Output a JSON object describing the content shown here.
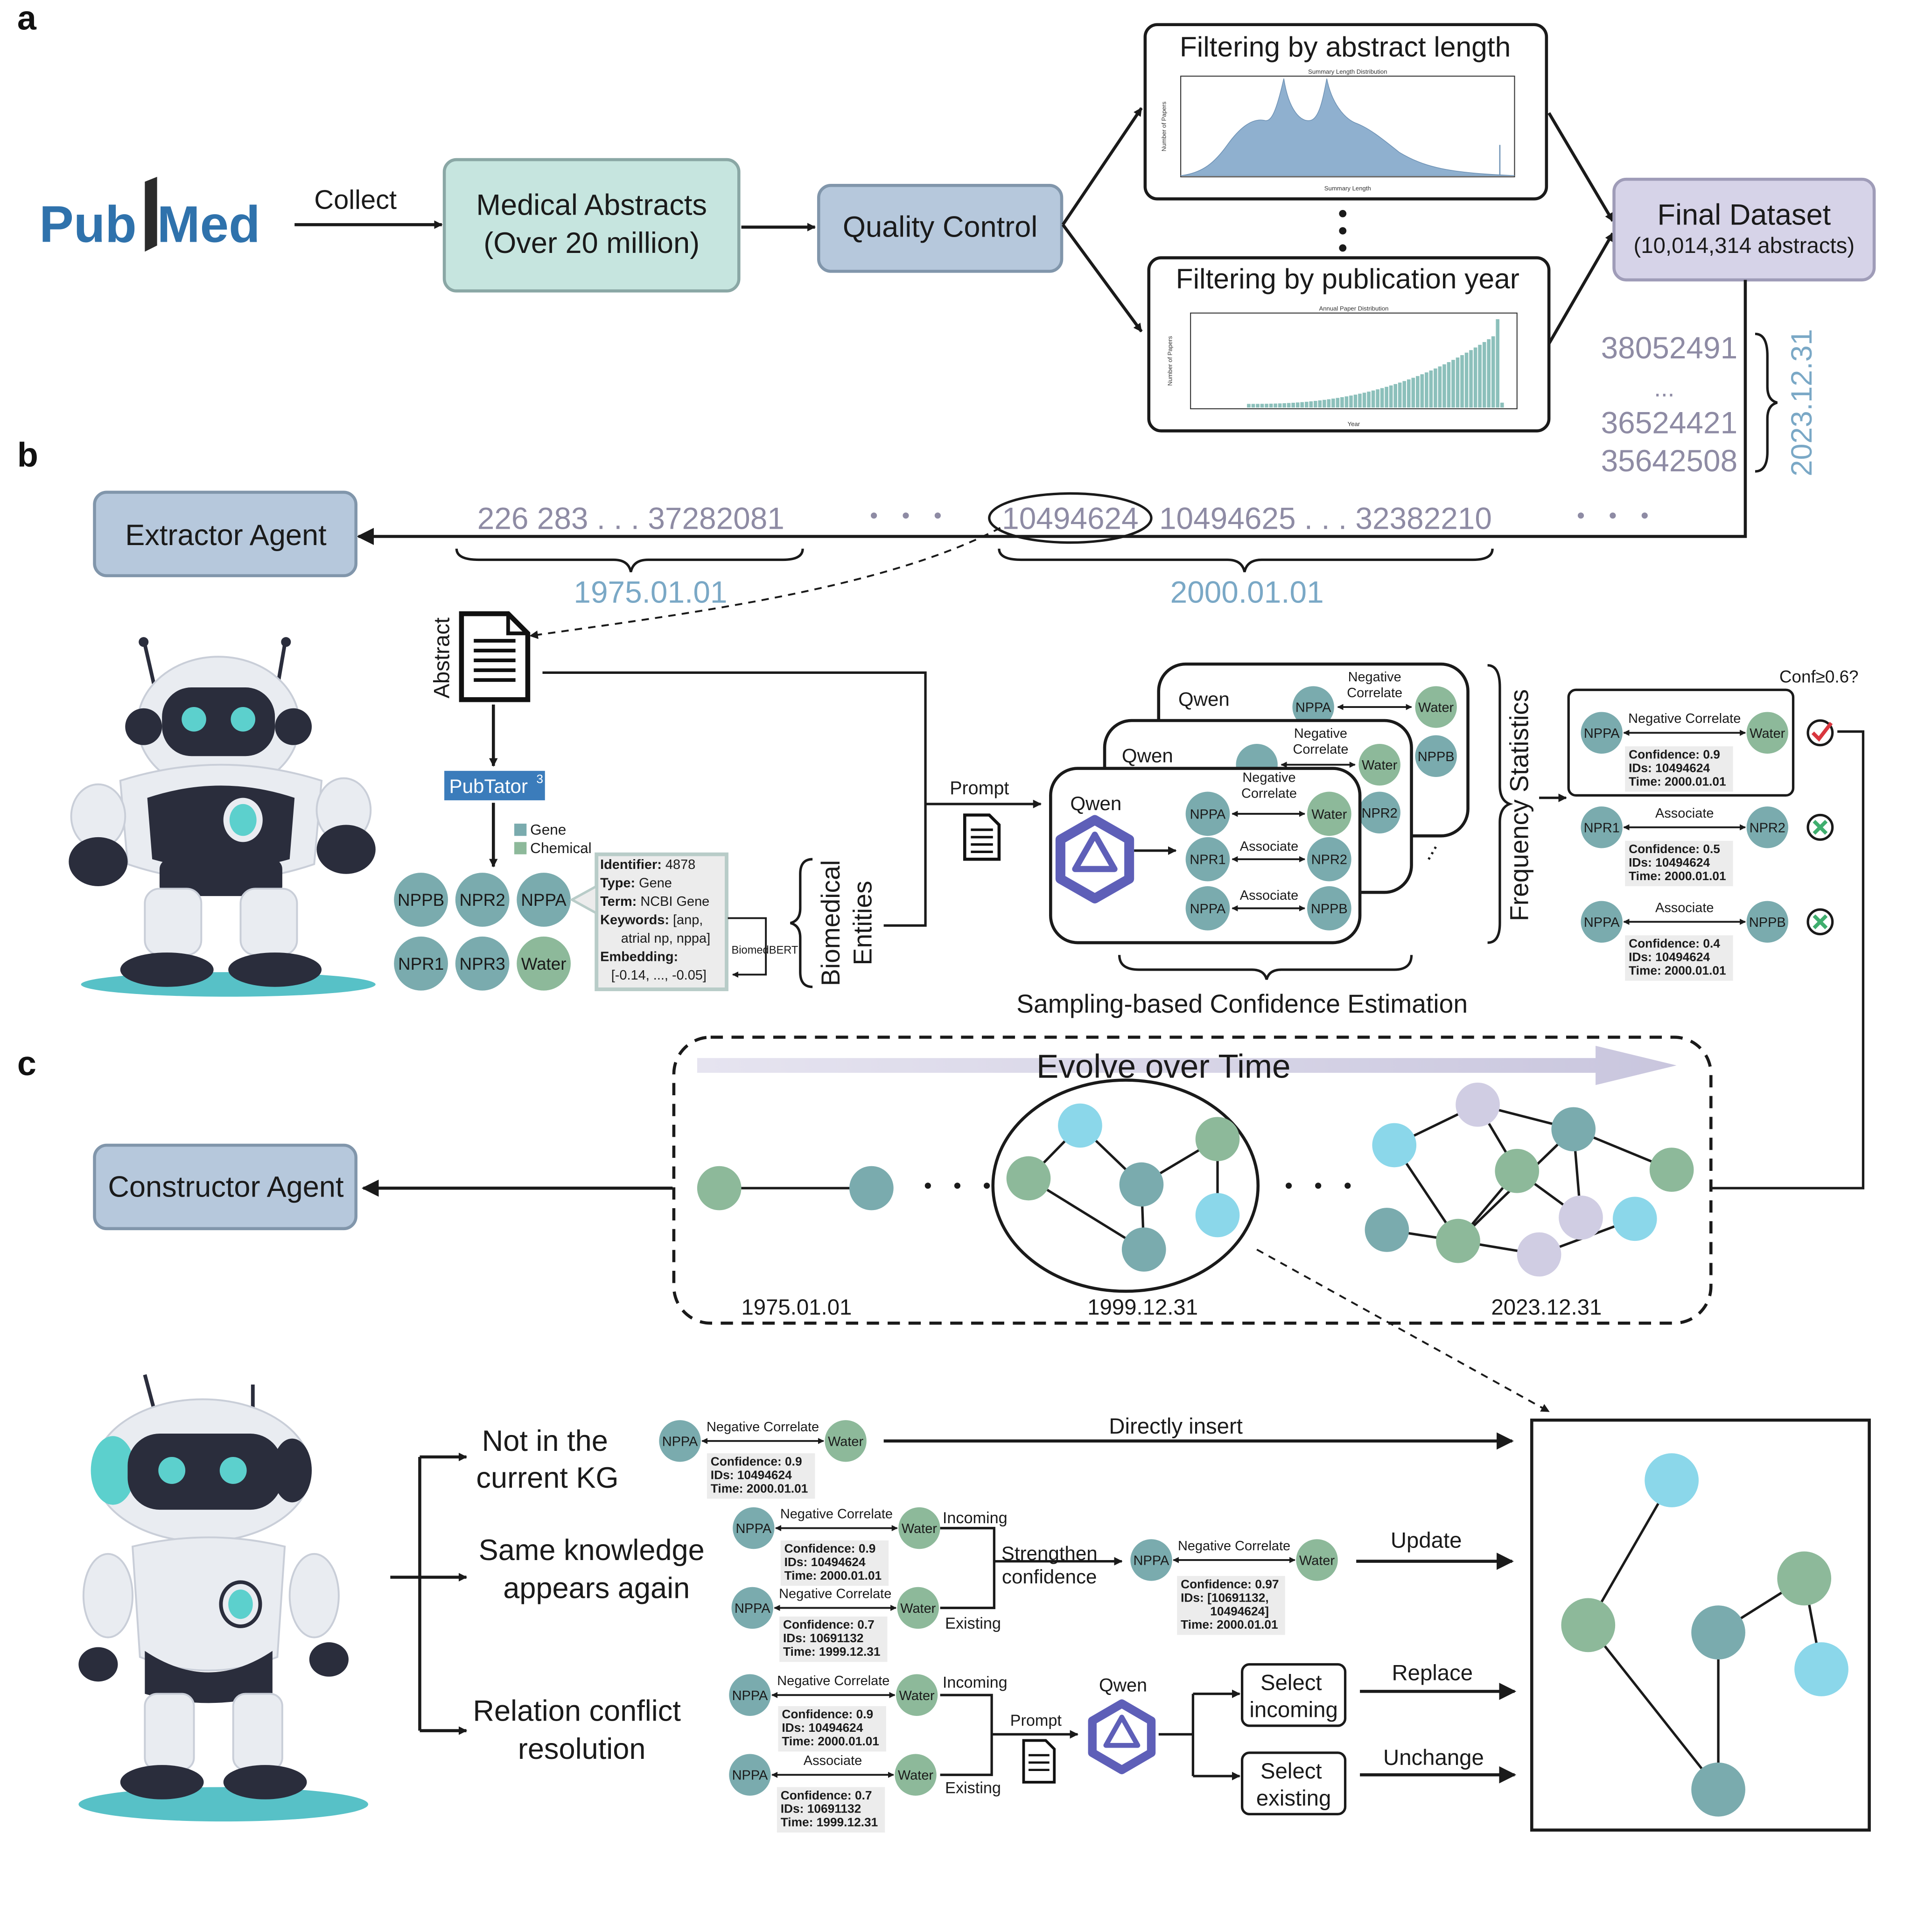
{
  "panel_labels": {
    "a": "a",
    "b": "b",
    "c": "c"
  },
  "colors": {
    "blue_box": "#b6c8dc",
    "green_box": "#c6e5df",
    "purple_box": "#d6d3e8",
    "node_green": "#8db99a",
    "node_teal": "#7aabae",
    "node_cyan": "#8bd7ea",
    "node_lavender": "#d0cde3",
    "id_gray": "#8e8ba4",
    "date_blue": "#7aa8c6",
    "pubtator_blue": "#3b7cbb"
  },
  "panel_a": {
    "pubmed_logo": {
      "pub": "Pub",
      "med": "Med"
    },
    "collect_label": "Collect",
    "medical_abstracts": {
      "line1": "Medical Abstracts",
      "line2": "(Over 20 million)"
    },
    "quality_control": "Quality Control",
    "filter_length": {
      "title": "Filtering by abstract length",
      "chart_title": "Summary Length Distribution",
      "xlabel": "Summary Length",
      "ylabel": "Number of Papers"
    },
    "filter_year": {
      "title": "Filtering by publication year",
      "chart_title": "Annual Paper Distribution",
      "xlabel": "Year",
      "ylabel": "Number of Papers"
    },
    "final_dataset": {
      "line1": "Final Dataset",
      "line2": "(10,014,314 abstracts)"
    },
    "id_list": [
      "38052491",
      "...",
      "36524421",
      "35642508"
    ],
    "id_date": "2023.12.31"
  },
  "panel_b": {
    "extractor_agent": "Extractor Agent",
    "timeline_ids_1": "226  283 . . .  37282081",
    "timeline_date_1": "1975.01.01",
    "timeline_highlight": "10494624",
    "timeline_ids_2": "10494625 . . . 32382210",
    "timeline_date_2": "2000.01.01",
    "abstract_label": "Abstract",
    "pubtator": "PubTator",
    "pubtator_sup": "3",
    "legend": {
      "gene": "Gene",
      "chemical": "Chemical"
    },
    "entities": [
      {
        "label": "NPPB",
        "kind": "gene"
      },
      {
        "label": "NPR2",
        "kind": "gene"
      },
      {
        "label": "NPPA",
        "kind": "gene"
      },
      {
        "label": "NPR1",
        "kind": "gene"
      },
      {
        "label": "NPR3",
        "kind": "gene"
      },
      {
        "label": "Water",
        "kind": "chemical"
      }
    ],
    "entity_card": {
      "identifier_key": "Identifier:",
      "identifier_val": "4878",
      "type_key": "Type:",
      "type_val": "Gene",
      "term_key": "Term:",
      "term_val": "NCBI Gene",
      "keywords_key": "Keywords:",
      "keywords_val1": "[anp,",
      "keywords_val2": "atrial np, nppa]",
      "embedding_key": "Embedding:",
      "embedding_val": "[-0.14, ..., -0.05]"
    },
    "biomedbert": "BiomedBERT",
    "biomedical_entities": {
      "line1": "Biomedical",
      "line2": "Entities"
    },
    "prompt_label": "Prompt",
    "qwen": "Qwen",
    "relations_back": [
      {
        "head": "NPPA",
        "rel": [
          "Negative",
          "Correlate"
        ],
        "tail": "Water"
      },
      {
        "head": "NPPB",
        "rel": [],
        "tail": ""
      }
    ],
    "relations_front": [
      {
        "head": "NPPA",
        "rel": "Negative Correlate",
        "tail": "Water"
      },
      {
        "head": "NPR1",
        "rel": "Associate",
        "tail": "NPR2"
      },
      {
        "head": "NPPA",
        "rel": "Associate",
        "tail": "NPPB"
      }
    ],
    "sampling_label": "Sampling-based Confidence Estimation",
    "frequency_statistics": "Frequency Statistics",
    "conf_question": "Conf≥0.6?",
    "results": [
      {
        "head": "NPPA",
        "rel": "Negative Correlate",
        "tail": "Water",
        "conf": "Confidence: 0.9",
        "ids": "IDs: 10494624",
        "time": "Time: 2000.01.01",
        "pass": true
      },
      {
        "head": "NPR1",
        "rel": "Associate",
        "tail": "NPR2",
        "conf": "Confidence: 0.5",
        "ids": "IDs: 10494624",
        "time": "Time: 2000.01.01",
        "pass": false
      },
      {
        "head": "NPPA",
        "rel": "Associate",
        "tail": "NPPB",
        "conf": "Confidence: 0.4",
        "ids": "IDs: 10494624",
        "time": "Time: 2000.01.01",
        "pass": false
      }
    ]
  },
  "panel_c": {
    "constructor_agent": "Constructor Agent",
    "evolve_label": "Evolve over Time",
    "snap_dates": [
      "1975.01.01",
      "1999.12.31",
      "2023.12.31"
    ],
    "case1": {
      "line1": "Not in the",
      "line2": "current KG"
    },
    "case2": {
      "line1": "Same knowledge",
      "line2": "appears again"
    },
    "case3": {
      "line1": "Relation conflict",
      "line2": "resolution"
    },
    "directly_insert": "Directly insert",
    "update": "Update",
    "replace": "Replace",
    "unchange": "Unchange",
    "strengthen": {
      "line1": "Strengthen",
      "line2": "confidence"
    },
    "incoming": "Incoming",
    "existing": "Existing",
    "prompt": "Prompt",
    "qwen": "Qwen",
    "select_incoming": {
      "line1": "Select",
      "line2": "incoming"
    },
    "select_existing": {
      "line1": "Select",
      "line2": "existing"
    },
    "t1": {
      "head": "NPPA",
      "rel": "Negative Correlate",
      "tail": "Water",
      "conf": "Confidence: 0.9",
      "ids": "IDs: 10494624",
      "time": "Time: 2000.01.01"
    },
    "t2a": {
      "head": "NPPA",
      "rel": "Negative Correlate",
      "tail": "Water",
      "conf": "Confidence: 0.9",
      "ids": "IDs: 10494624",
      "time": "Time: 2000.01.01"
    },
    "t2b": {
      "head": "NPPA",
      "rel": "Negative Correlate",
      "tail": "Water",
      "conf": "Confidence: 0.7",
      "ids": "IDs: 10691132",
      "time": "Time: 1999.12.31"
    },
    "t2c": {
      "head": "NPPA",
      "rel": "Negative Correlate",
      "tail": "Water",
      "conf": "Confidence: 0.97",
      "ids": "IDs: [10691132,",
      "ids2": "10494624]",
      "time": "Time: 2000.01.01"
    },
    "t3a": {
      "head": "NPPA",
      "rel": "Negative Correlate",
      "tail": "Water",
      "conf": "Confidence: 0.9",
      "ids": "IDs: 10494624",
      "time": "Time: 2000.01.01"
    },
    "t3b": {
      "head": "NPPA",
      "rel": "Associate",
      "tail": "Water",
      "conf": "Confidence: 0.7",
      "ids": "IDs: 10691132",
      "time": "Time: 1999.12.31"
    }
  }
}
